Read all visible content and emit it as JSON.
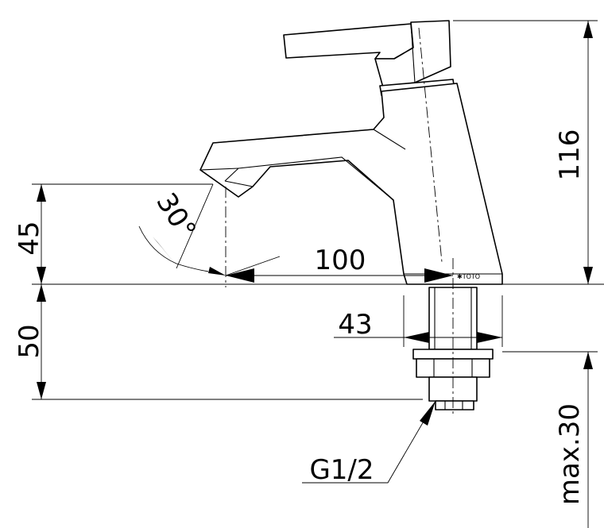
{
  "dimensions": {
    "spout_height": "45",
    "below_deck": "50",
    "spout_reach": "100",
    "body_width": "43",
    "total_height": "116",
    "deck_thickness": "max.30",
    "jet_angle": "30°",
    "thread": "G1/2"
  }
}
